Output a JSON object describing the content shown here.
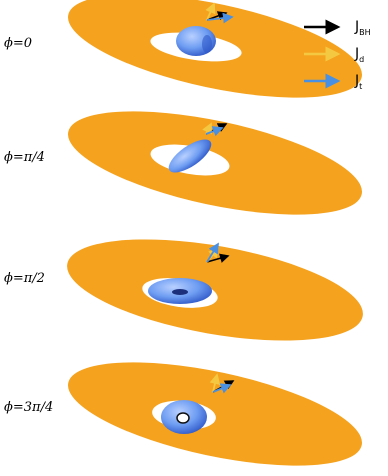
{
  "panels": [
    {
      "label": "ϕ=0",
      "torus": "tilted-up"
    },
    {
      "label": "ϕ=π/4",
      "torus": "inclined"
    },
    {
      "label": "ϕ=π/2",
      "torus": "face-on-ring"
    },
    {
      "label": "ϕ=3π/4",
      "torus": "face-on-hole"
    }
  ],
  "legend": [
    {
      "symbol": "J",
      "sub": "BH",
      "color": "#000000"
    },
    {
      "symbol": "J",
      "sub": "d",
      "color": "#f5c842"
    },
    {
      "symbol": "J",
      "sub": "t",
      "color": "#4a90e2"
    }
  ],
  "colors": {
    "disk": "#f5a21e",
    "torus": "#6e9df2",
    "torus_dark": "#2f58c8",
    "background": "#ffffff"
  }
}
